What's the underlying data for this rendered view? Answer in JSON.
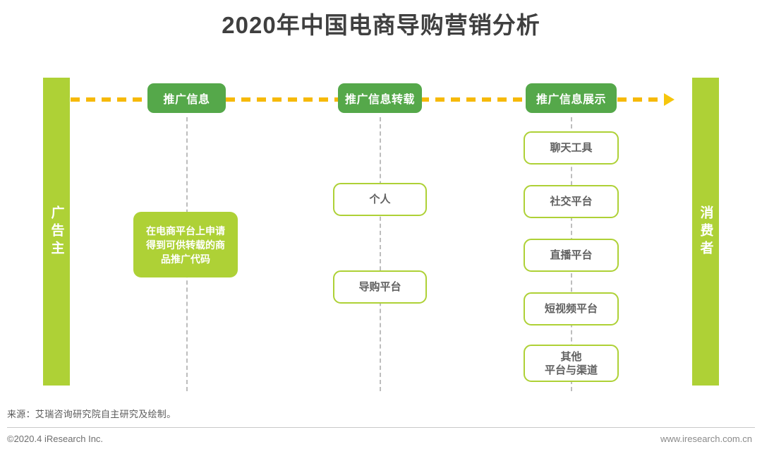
{
  "title": "2020年中国电商导购营销分析",
  "actors": {
    "left": {
      "label": "广告主"
    },
    "right": {
      "label": "消费者"
    }
  },
  "flow": {
    "arrow_color": "#F6C60B",
    "dash_color": "#F6B909",
    "stem_color": "#BDBDBD",
    "direction": "left-to-right"
  },
  "colors": {
    "header_green": "#55A84A",
    "accent_green": "#AED136",
    "title_text": "#3F3F3F",
    "card_text": "#616161"
  },
  "stages": [
    {
      "header": "推广信息",
      "nodes": [
        {
          "label": "在电商平台上申请得到可供转载的商品推广代码",
          "style": "solid"
        }
      ]
    },
    {
      "header": "推广信息转载",
      "nodes": [
        {
          "label": "个人",
          "style": "outline"
        },
        {
          "label": "导购平台",
          "style": "outline"
        }
      ]
    },
    {
      "header": "推广信息展示",
      "nodes": [
        {
          "label": "聊天工具",
          "style": "outline"
        },
        {
          "label": "社交平台",
          "style": "outline"
        },
        {
          "label": "直播平台",
          "style": "outline"
        },
        {
          "label": "短视频平台",
          "style": "outline"
        },
        {
          "label_line1": "其他",
          "label_line2": "平台与渠道",
          "style": "outline"
        }
      ]
    }
  ],
  "footer": {
    "source": "来源：艾瑞咨询研究院自主研究及绘制。",
    "copyright": "©2020.4 iResearch Inc.",
    "website": "www.iresearch.com.cn"
  }
}
